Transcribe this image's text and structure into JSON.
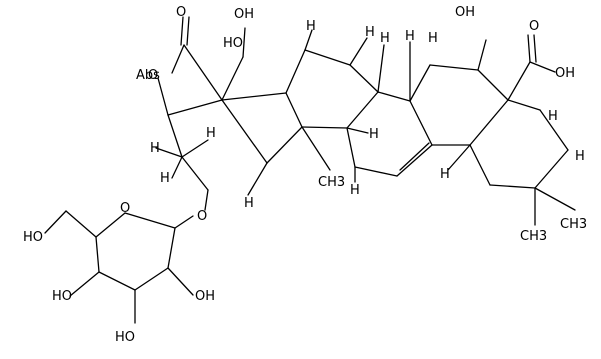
{
  "molecule": {
    "atom_labels": [
      "O",
      "Abs",
      "OH",
      "OH",
      "O",
      "OH",
      "HO",
      "O",
      "O",
      "O",
      "HO",
      "HO",
      "OH",
      "HO"
    ],
    "stereo_h_label": "H",
    "methyl_label": "CH3"
  }
}
